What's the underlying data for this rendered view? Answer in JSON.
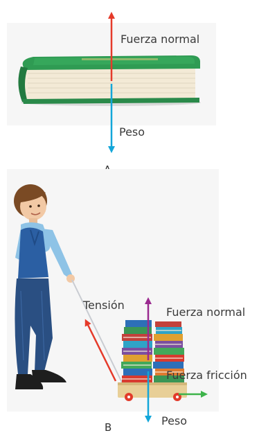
{
  "figure_a": {
    "caption": "A",
    "normal_label": "Fuerza normal",
    "weight_label": "Peso",
    "colors": {
      "normal": "#e53a2a",
      "weight": "#12a6d9",
      "book": "#2f9b53"
    }
  },
  "figure_b": {
    "caption": "B",
    "tension_label": "Tensión",
    "normal_label": "Fuerza normal",
    "friction_label": "Fuerza fricción",
    "weight_label": "Peso",
    "colors": {
      "tension": "#e53a2a",
      "normal": "#9a2a8f",
      "friction": "#3db34a",
      "weight": "#12a6d9"
    }
  }
}
